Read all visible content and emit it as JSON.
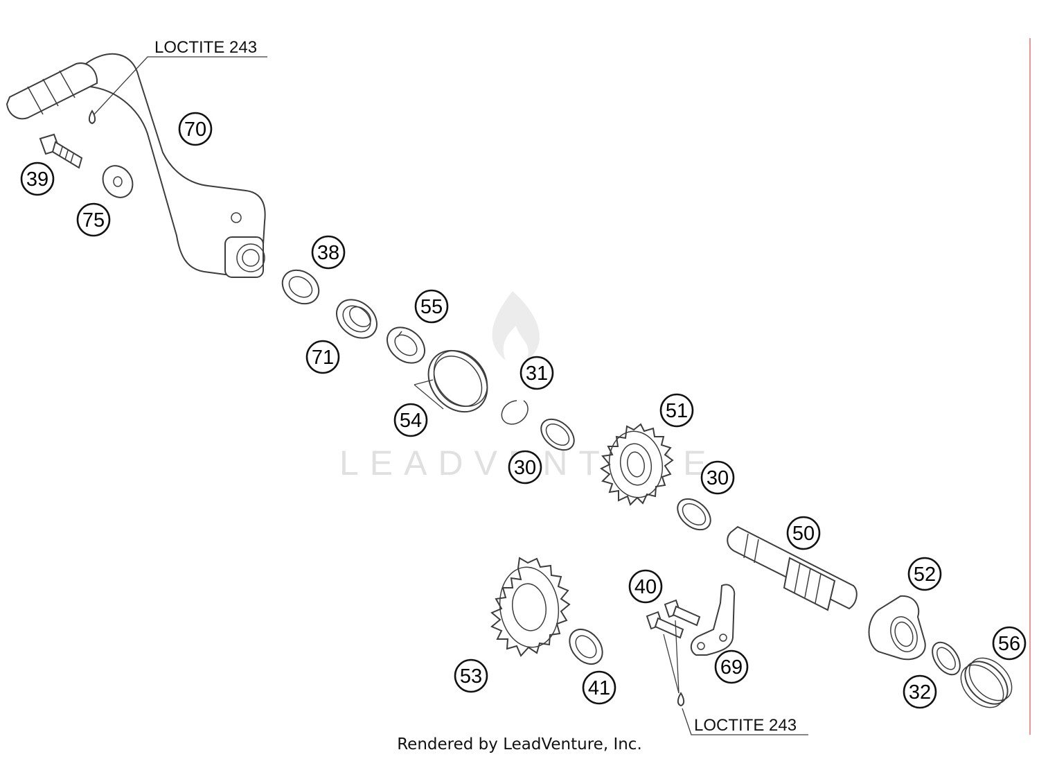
{
  "callouts": [
    {
      "label": "70"
    },
    {
      "label": "39"
    },
    {
      "label": "75"
    },
    {
      "label": "38"
    },
    {
      "label": "71"
    },
    {
      "label": "55"
    },
    {
      "label": "54"
    },
    {
      "label": "31"
    },
    {
      "label": "30"
    },
    {
      "label": "51"
    },
    {
      "label": "30"
    },
    {
      "label": "50"
    },
    {
      "label": "40"
    },
    {
      "label": "52"
    },
    {
      "label": "53"
    },
    {
      "label": "41"
    },
    {
      "label": "69"
    },
    {
      "label": "56"
    },
    {
      "label": "32"
    }
  ],
  "notes": {
    "loctite_top": "LOCTITE 243",
    "loctite_bottom": "LOCTITE 243"
  },
  "watermark": "LEADVENTURE",
  "footer": "Rendered by LeadVenture, Inc.",
  "colors": {
    "ink": "#3c3c3c",
    "watermark": "#e0e0e0",
    "border_line": "#e87070"
  }
}
